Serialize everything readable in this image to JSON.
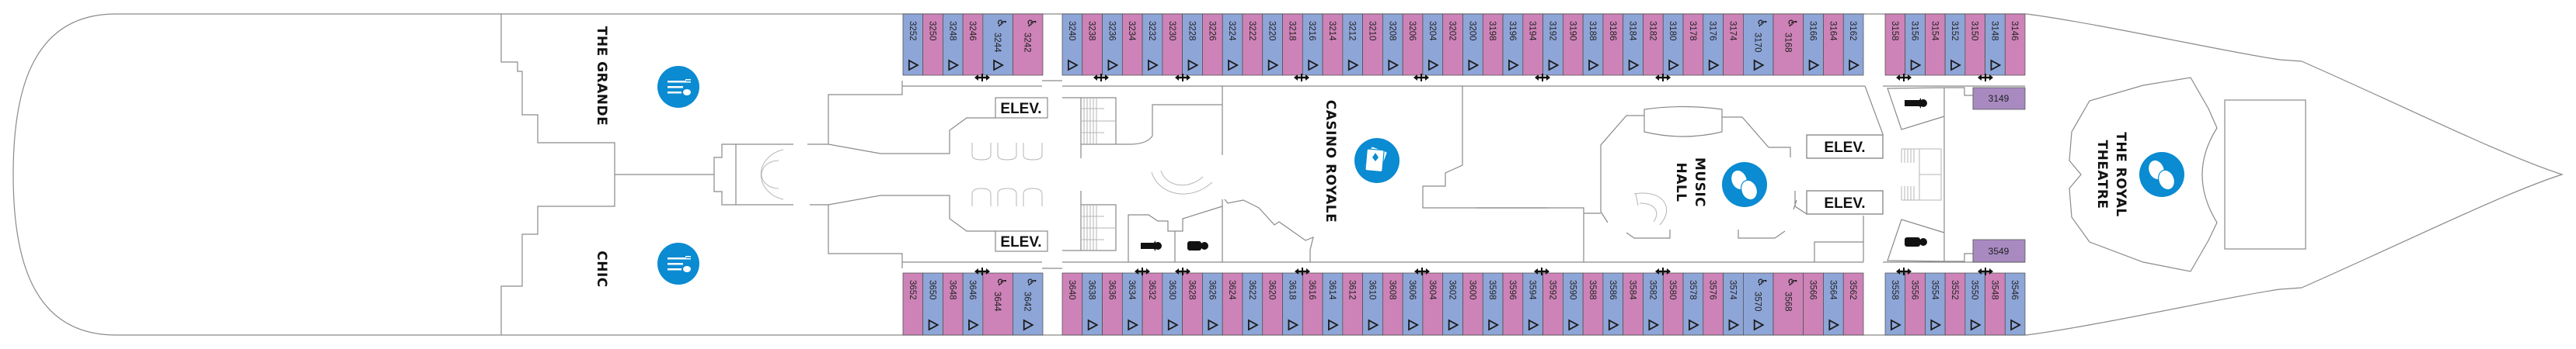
{
  "deck": {
    "venues": {
      "the_grande": "THE GRANDE",
      "chic": "CHIC",
      "casino": "CASINO ROYALE",
      "music_hall": [
        "MUSIC",
        "HALL"
      ],
      "theatre": [
        "THE ROYAL",
        "THEATRE"
      ]
    },
    "elevators": [
      "ELEV.",
      "ELEV.",
      "ELEV.",
      "ELEV."
    ],
    "special_cabins": [
      "3149",
      "3549"
    ],
    "colors": {
      "blue_cabin": "#8ea5d7",
      "pink_cabin": "#cd83b7",
      "purple_cabin": "#a88ac1",
      "venue_icon": "#0a8bd2"
    },
    "icons": {
      "dining": "dining-icon",
      "casino": "cards-icon",
      "theatre": "theatre-masks-icon",
      "restroom": "restroom-icon",
      "accessible": "wheelchair-icon",
      "balcony": "triangle-icon",
      "connecting": "connecting-door-icon"
    },
    "cabins": {
      "top": [
        [
          {
            "n": "3252",
            "c": "b"
          },
          {
            "n": "3250",
            "c": "p"
          },
          {
            "n": "3248",
            "c": "b"
          },
          {
            "n": "3246",
            "c": "p"
          },
          {
            "n": "3244",
            "c": "b",
            "a": 1
          },
          {
            "n": "3242",
            "c": "p",
            "a": 1
          }
        ],
        [
          {
            "n": "3240",
            "c": "b"
          },
          {
            "n": "3238",
            "c": "p"
          },
          {
            "n": "3236",
            "c": "b"
          },
          {
            "n": "3234",
            "c": "p"
          },
          {
            "n": "3232",
            "c": "b"
          },
          {
            "n": "3230",
            "c": "p"
          },
          {
            "n": "3228",
            "c": "b"
          },
          {
            "n": "3226",
            "c": "p"
          },
          {
            "n": "3224",
            "c": "b"
          },
          {
            "n": "3222",
            "c": "p"
          },
          {
            "n": "3220",
            "c": "b"
          },
          {
            "n": "3218",
            "c": "p"
          },
          {
            "n": "3216",
            "c": "b"
          },
          {
            "n": "3214",
            "c": "p"
          },
          {
            "n": "3212",
            "c": "b"
          },
          {
            "n": "3210",
            "c": "p"
          },
          {
            "n": "3208",
            "c": "b"
          },
          {
            "n": "3206",
            "c": "p"
          },
          {
            "n": "3204",
            "c": "b"
          },
          {
            "n": "3202",
            "c": "p"
          },
          {
            "n": "3200",
            "c": "b"
          },
          {
            "n": "3198",
            "c": "p"
          },
          {
            "n": "3196",
            "c": "b"
          },
          {
            "n": "3194",
            "c": "p"
          },
          {
            "n": "3192",
            "c": "b"
          },
          {
            "n": "3190",
            "c": "p"
          },
          {
            "n": "3188",
            "c": "b"
          },
          {
            "n": "3186",
            "c": "p"
          },
          {
            "n": "3184",
            "c": "b"
          },
          {
            "n": "3182",
            "c": "p"
          },
          {
            "n": "3180",
            "c": "b"
          },
          {
            "n": "3178",
            "c": "p"
          },
          {
            "n": "3176",
            "c": "b"
          },
          {
            "n": "3174",
            "c": "p"
          },
          {
            "n": "3170",
            "c": "b",
            "a": 1
          },
          {
            "n": "3168",
            "c": "p",
            "a": 1
          },
          {
            "n": "3166",
            "c": "b"
          },
          {
            "n": "3164",
            "c": "p"
          },
          {
            "n": "3162",
            "c": "b"
          }
        ],
        [
          {
            "n": "3158",
            "c": "p"
          },
          {
            "n": "3156",
            "c": "b"
          },
          {
            "n": "3154",
            "c": "p"
          },
          {
            "n": "3152",
            "c": "b"
          },
          {
            "n": "3150",
            "c": "p"
          },
          {
            "n": "3148",
            "c": "b"
          },
          {
            "n": "3146",
            "c": "p"
          }
        ]
      ],
      "bottom": [
        [
          {
            "n": "3652",
            "c": "p"
          },
          {
            "n": "3650",
            "c": "b"
          },
          {
            "n": "3648",
            "c": "p"
          },
          {
            "n": "3646",
            "c": "b"
          },
          {
            "n": "3644",
            "c": "p",
            "a": 1
          },
          {
            "n": "3642",
            "c": "b",
            "a": 1
          }
        ],
        [
          {
            "n": "3640",
            "c": "p"
          },
          {
            "n": "3638",
            "c": "b"
          },
          {
            "n": "3636",
            "c": "p"
          },
          {
            "n": "3634",
            "c": "b"
          },
          {
            "n": "3632",
            "c": "p"
          },
          {
            "n": "3630",
            "c": "b"
          },
          {
            "n": "3628",
            "c": "p"
          },
          {
            "n": "3626",
            "c": "b"
          },
          {
            "n": "3624",
            "c": "p"
          },
          {
            "n": "3622",
            "c": "b"
          },
          {
            "n": "3620",
            "c": "p"
          },
          {
            "n": "3618",
            "c": "b"
          },
          {
            "n": "3616",
            "c": "p"
          },
          {
            "n": "3614",
            "c": "b"
          },
          {
            "n": "3612",
            "c": "p"
          },
          {
            "n": "3610",
            "c": "b"
          },
          {
            "n": "3608",
            "c": "p"
          },
          {
            "n": "3606",
            "c": "b"
          },
          {
            "n": "3604",
            "c": "p"
          },
          {
            "n": "3602",
            "c": "b"
          },
          {
            "n": "3600",
            "c": "p"
          },
          {
            "n": "3598",
            "c": "b"
          },
          {
            "n": "3596",
            "c": "p"
          },
          {
            "n": "3594",
            "c": "b"
          },
          {
            "n": "3592",
            "c": "p"
          },
          {
            "n": "3590",
            "c": "b"
          },
          {
            "n": "3588",
            "c": "p"
          },
          {
            "n": "3586",
            "c": "b"
          },
          {
            "n": "3584",
            "c": "p"
          },
          {
            "n": "3582",
            "c": "b"
          },
          {
            "n": "3580",
            "c": "p"
          },
          {
            "n": "3578",
            "c": "b"
          },
          {
            "n": "3576",
            "c": "p"
          },
          {
            "n": "3574",
            "c": "b"
          },
          {
            "n": "3570",
            "c": "b",
            "a": 1
          },
          {
            "n": "3568",
            "c": "p",
            "a": 1
          },
          {
            "n": "3566",
            "c": "p"
          },
          {
            "n": "3564",
            "c": "b"
          },
          {
            "n": "3562",
            "c": "p"
          }
        ],
        [
          {
            "n": "3558",
            "c": "b"
          },
          {
            "n": "3556",
            "c": "p"
          },
          {
            "n": "3554",
            "c": "b"
          },
          {
            "n": "3552",
            "c": "p"
          },
          {
            "n": "3550",
            "c": "b"
          },
          {
            "n": "3548",
            "c": "p"
          },
          {
            "n": "3546",
            "c": "b"
          }
        ]
      ]
    }
  }
}
